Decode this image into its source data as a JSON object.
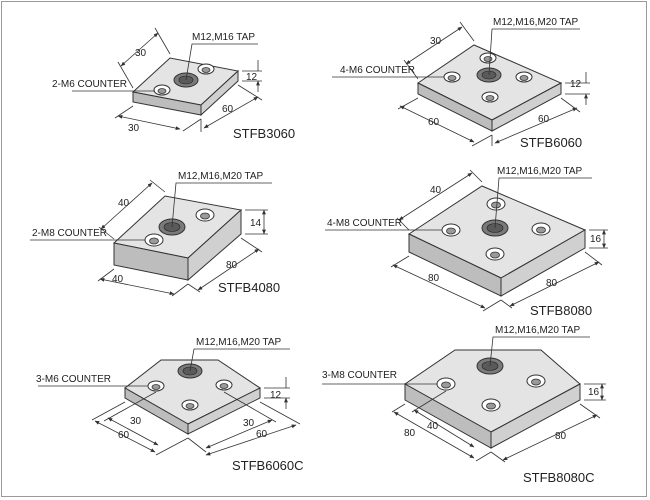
{
  "figures": [
    {
      "id": "stfb3060",
      "name": "STFB3060",
      "tap_label": "M12,M16 TAP",
      "counter_label": "2-M6 COUNTER",
      "dim_width_top": "30",
      "dim_height": "12",
      "dim_length": "60",
      "dim_width_bottom": "30"
    },
    {
      "id": "stfb6060",
      "name": "STFB6060",
      "tap_label": "M12,M16,M20 TAP",
      "counter_label": "4-M6 COUNTER",
      "dim_width_top": "30",
      "dim_height": "12",
      "dim_length": "60",
      "dim_width_bottom": "60"
    },
    {
      "id": "stfb4080",
      "name": "STFB4080",
      "tap_label": "M12,M16,M20 TAP",
      "counter_label": "2-M8 COUNTER",
      "dim_width_top": "40",
      "dim_height": "14",
      "dim_length": "80",
      "dim_width_bottom": "40"
    },
    {
      "id": "stfb8080",
      "name": "STFB8080",
      "tap_label": "M12,M16,M20 TAP",
      "counter_label": "4-M8 COUNTER",
      "dim_width_top": "40",
      "dim_height": "16",
      "dim_length": "80",
      "dim_width_bottom": "80"
    },
    {
      "id": "stfb6060c",
      "name": "STFB6060C",
      "tap_label": "M12,M16,M20 TAP",
      "counter_label": "3-M6 COUNTER",
      "dim_height": "12",
      "dim_inner_left": "30",
      "dim_outer_left": "60",
      "dim_inner_right": "30",
      "dim_outer_right": "60"
    },
    {
      "id": "stfb8080c",
      "name": "STFB8080C",
      "tap_label": "M12,M16,M20 TAP",
      "counter_label": "3-M8 COUNTER",
      "dim_height": "16",
      "dim_inner": "40",
      "dim_outer": "80",
      "dim_length": "80"
    }
  ],
  "colors": {
    "frame": "#9a9a9a",
    "top_face": "#e4e4e4",
    "front_face": "#bdbdbd",
    "side_face": "#d0d0d0",
    "line": "#333333"
  }
}
